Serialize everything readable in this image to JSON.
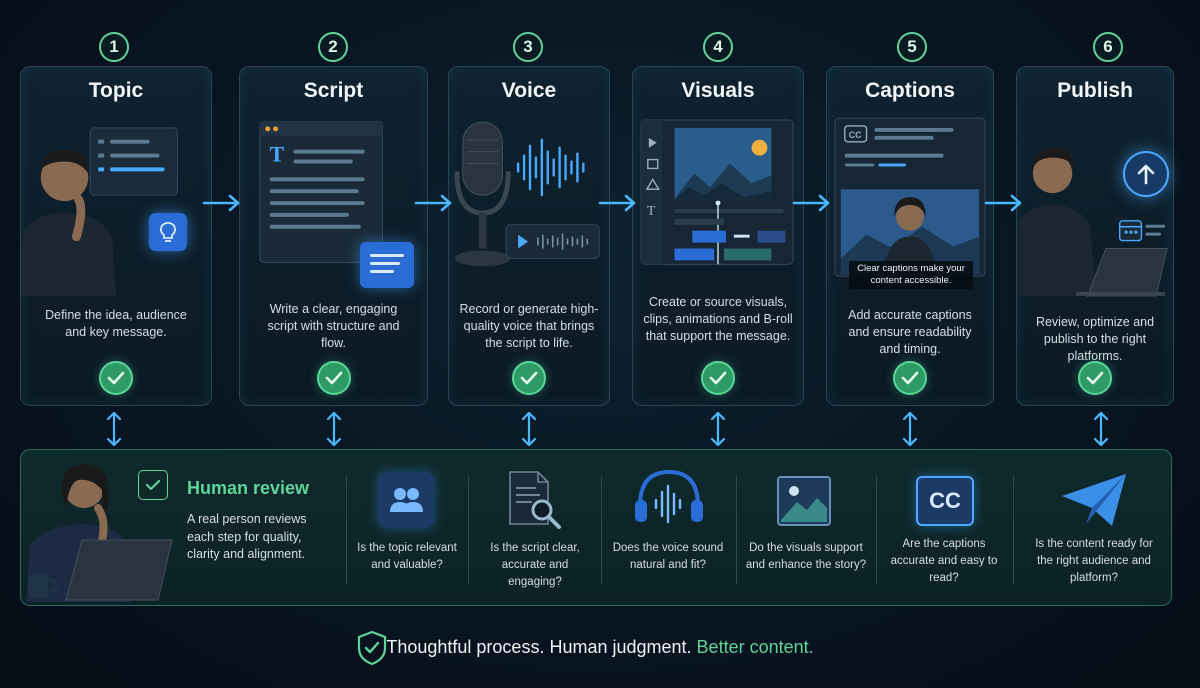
{
  "steps": [
    {
      "num": "1",
      "title": "Topic",
      "desc": "Define the idea, audience and key message."
    },
    {
      "num": "2",
      "title": "Script",
      "desc": "Write a clear, engaging script with structure and flow."
    },
    {
      "num": "3",
      "title": "Voice",
      "desc": "Record or generate high-quality voice that brings the script to life."
    },
    {
      "num": "4",
      "title": "Visuals",
      "desc": "Create or source visuals, clips, animations and B-roll that support the message."
    },
    {
      "num": "5",
      "title": "Captions",
      "desc": "Add accurate captions and ensure readability and timing."
    },
    {
      "num": "6",
      "title": "Publish",
      "desc": "Review, optimize and publish to the right platforms."
    }
  ],
  "captions_overlay": "Clear captions make your content accessible.",
  "review": {
    "title": "Human review",
    "desc": "A real person reviews each step for quality, clarity and alignment.",
    "questions": [
      "Is the topic relevant and valuable?",
      "Is the script clear, accurate and engaging?",
      "Does the voice sound natural and fit?",
      "Do the visuals support and enhance the story?",
      "Are the captions accurate and easy to read?",
      "Is the content ready for the right audience and platform?"
    ],
    "cc_label": "CC"
  },
  "footer": {
    "main": "Thoughtful process. Human judgment.",
    "accent": "Better content."
  },
  "colors": {
    "accent_green": "#5fd39a",
    "accent_blue": "#4aa8ff",
    "background": "#081521"
  },
  "icons": [
    "person-thinking-icon",
    "lightbulb-icon",
    "script-doc-icon",
    "chat-bubble-icon",
    "microphone-icon",
    "waveform-icon",
    "video-editor-icon",
    "captions-icon",
    "upload-icon",
    "calendar-icon",
    "laptop-icon",
    "check-icon",
    "users-icon",
    "doc-search-icon",
    "headphones-icon",
    "image-icon",
    "cc-icon",
    "send-icon",
    "shield-check-icon"
  ]
}
